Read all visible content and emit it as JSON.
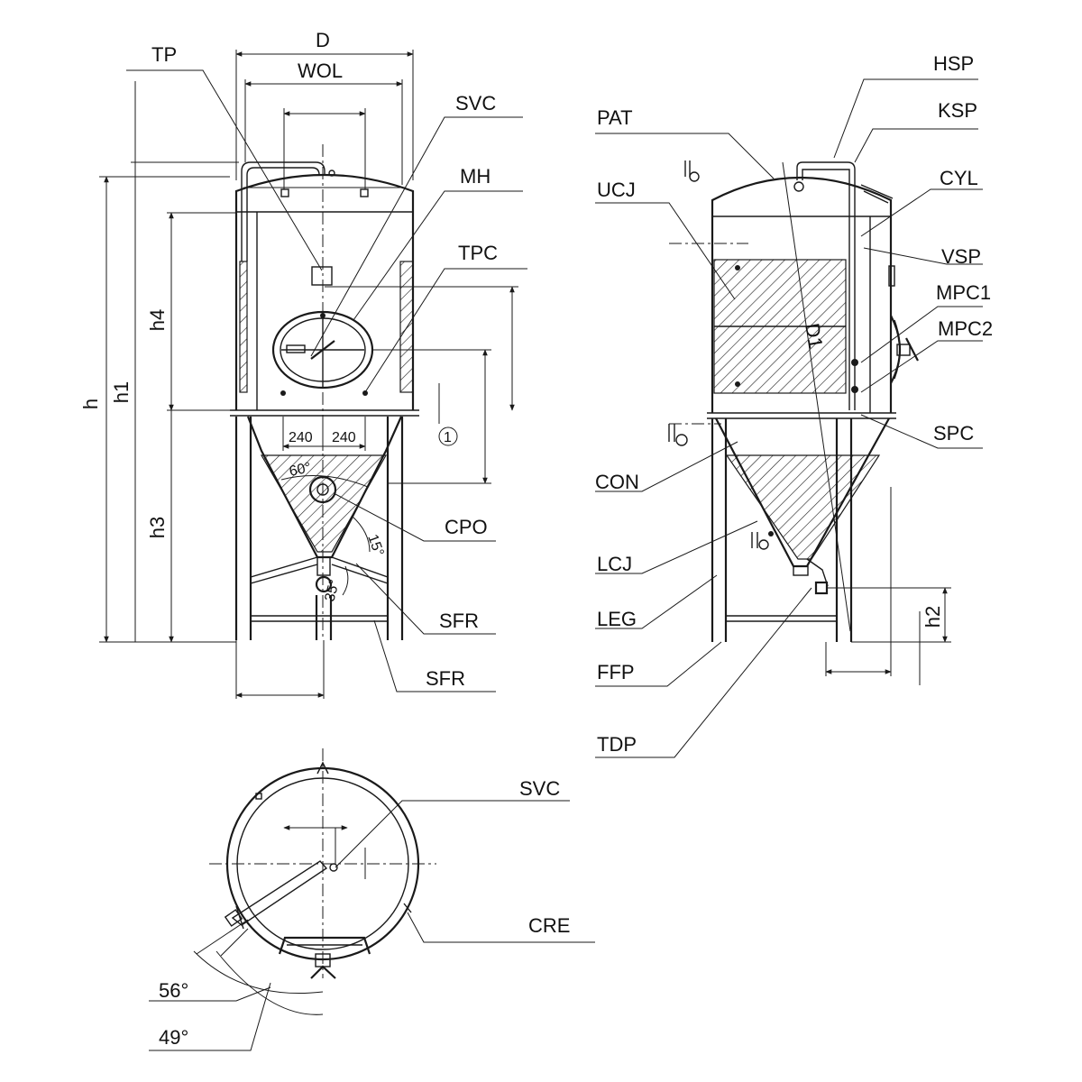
{
  "labels": {
    "D": "D",
    "WOL": "WOL",
    "TP": "TP",
    "SVC": "SVC",
    "MH": "MH",
    "TPC": "TPC",
    "CPO": "CPO",
    "SFR": "SFR",
    "h": "h",
    "h1": "h1",
    "h3": "h3",
    "h4": "h4",
    "HSP": "HSP",
    "KSP": "KSP",
    "PAT": "PAT",
    "UCJ": "UCJ",
    "CYL": "CYL",
    "VSP": "VSP",
    "MPC1": "MPC1",
    "MPC2": "MPC2",
    "SPC": "SPC",
    "CON": "CON",
    "LCJ": "LCJ",
    "LEG": "LEG",
    "FFP": "FFP",
    "TDP": "TDP",
    "D1": "D1",
    "h2": "h2",
    "CRE": "CRE",
    "note_1": "1"
  },
  "dimensions": {
    "offset_left": "240",
    "offset_right": "240",
    "cone_angle": "60°",
    "outlet_angle": "15°",
    "frame_angle": "35°",
    "angle_a": "56°",
    "angle_b": "49°"
  },
  "colors": {
    "line": "#1a1a1a",
    "background": "#ffffff"
  }
}
